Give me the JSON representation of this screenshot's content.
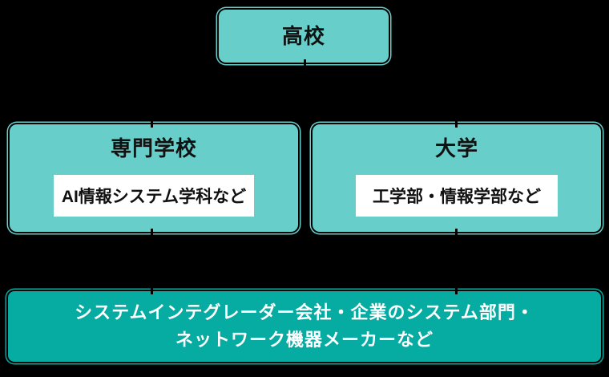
{
  "diagram": {
    "description": "education-to-career path flowchart",
    "colors": {
      "background": "#000000",
      "box_light_teal": "#67CEC9",
      "box_dark_teal": "#06ABA2",
      "box_text_dark": "#111111",
      "box_text_light": "#ffffff",
      "detail_box_background": "#ffffff",
      "connector": "#000000"
    },
    "nodes": {
      "highschool": {
        "label": "高校"
      },
      "vocational": {
        "label": "専門学校",
        "detail": "AI情報システム学科など"
      },
      "university": {
        "label": "大学",
        "detail": "工学部・情報学部など"
      },
      "career": {
        "line1": "システムインテグレーダー会社・企業のシステム部門・",
        "line2": "ネットワーク機器メーカーなど"
      }
    }
  }
}
